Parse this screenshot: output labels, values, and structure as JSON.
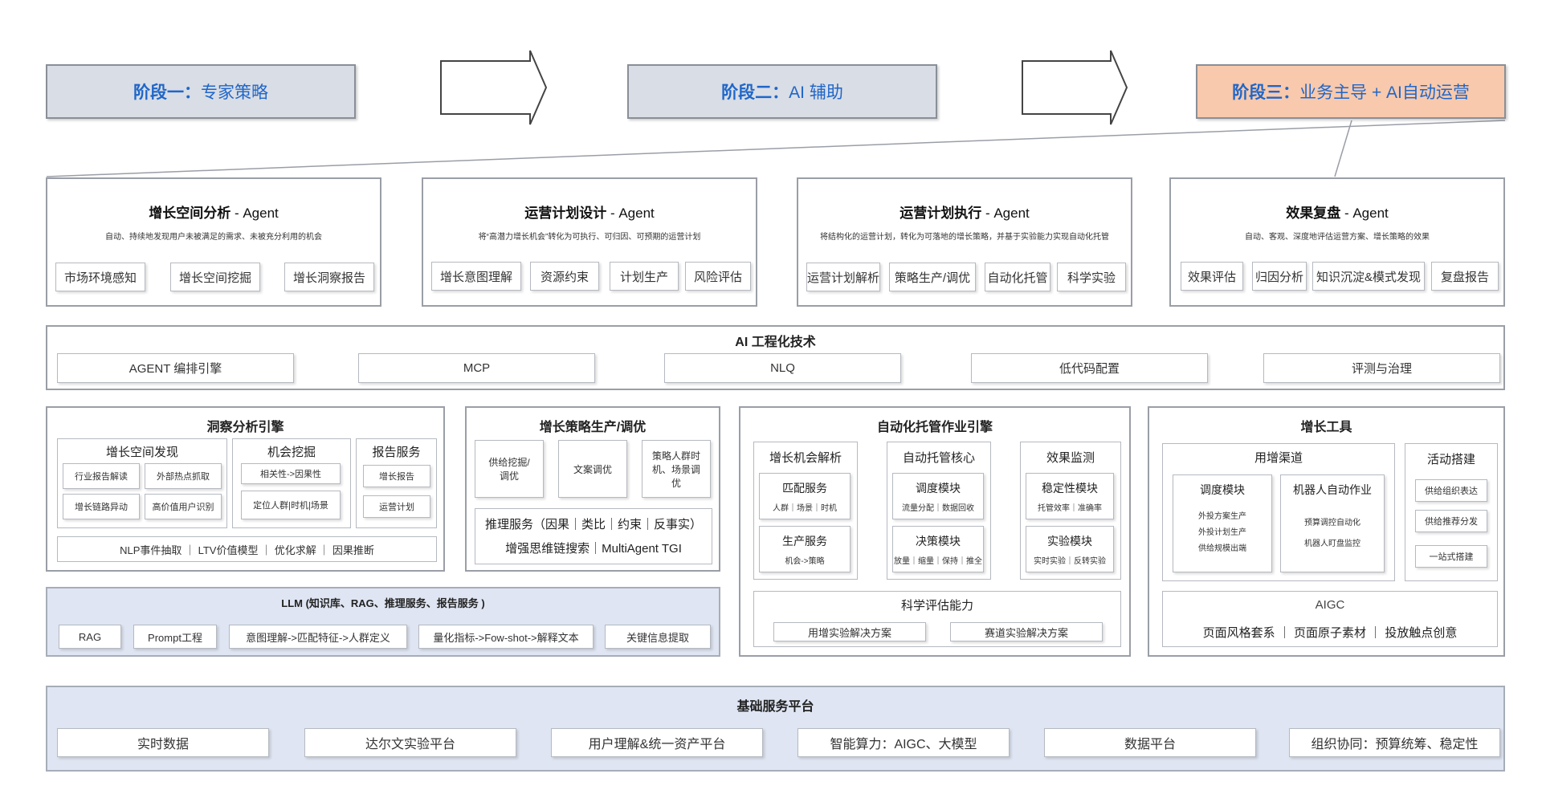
{
  "stages": [
    {
      "prefix": "阶段一：",
      "name": "专家策略"
    },
    {
      "prefix": "阶段二：",
      "name": "AI 辅助"
    },
    {
      "prefix": "阶段三：",
      "name": "业务主导 + AI自动运营"
    }
  ],
  "colors": {
    "stage_text": "#1f66c9",
    "stage_bg": "#d9dde5",
    "stage3_bg": "#f8c9ac",
    "platform_bg": "#dfe5f2",
    "border": "#9a9ea6"
  },
  "agents": [
    {
      "title": "增长空间分析",
      "suffix": " - Agent",
      "desc": "自动、持续地发现用户未被满足的需求、未被充分利用的机会",
      "items": [
        "市场环境感知",
        "增长空间挖掘",
        "增长洞察报告"
      ]
    },
    {
      "title": "运营计划设计",
      "suffix": " - Agent",
      "desc": "将“高潜力增长机会”转化为可执行、可归因、可预期的运营计划",
      "items": [
        "增长意图理解",
        "资源约束",
        "计划生产",
        "风险评估"
      ]
    },
    {
      "title": "运营计划执行",
      "suffix": " - Agent",
      "desc": "将结构化的运营计划，转化为可落地的增长策略，并基于实验能力实现自动化托管",
      "items": [
        "运营计划解析",
        "策略生产/调优",
        "自动化托管",
        "科学实验"
      ]
    },
    {
      "title": "效果复盘",
      "suffix": " - Agent",
      "desc": "自动、客观、深度地评估运营方案、增长策略的效果",
      "items": [
        "效果评估",
        "归因分析",
        "知识沉淀&模式发现",
        "复盘报告"
      ]
    }
  ],
  "ai_eng": {
    "title": "AI 工程化技术",
    "items": [
      "AGENT 编排引擎",
      "MCP",
      "NLQ",
      "低代码配置",
      "评测与治理"
    ]
  },
  "insight": {
    "title": "洞察分析引擎",
    "growth_discovery": {
      "title": "增长空间发现",
      "items": [
        "行业报告解读",
        "外部热点抓取",
        "增长链路异动",
        "高价值用户识别"
      ]
    },
    "opportunity": {
      "title": "机会挖掘",
      "items": [
        "相关性->因果性",
        "定位人群|时机|场景"
      ]
    },
    "report": {
      "title": "报告服务",
      "items": [
        "增长报告",
        "运营计划"
      ]
    },
    "footer": "NLP事件抽取  ｜  LTV价值模型  ｜  优化求解  ｜  因果推断"
  },
  "strategy": {
    "title": "增长策略生产/调优",
    "items": [
      "供给挖掘/调优",
      "文案调优",
      "策略人群时机、场景调优"
    ],
    "reason_line1": "推理服务（因果｜类比｜约束｜反事实）",
    "reason_line2": "增强思维链搜索｜MultiAgent TGI"
  },
  "auto": {
    "title": "自动化托管作业引擎",
    "col1": {
      "title": "增长机会解析",
      "items": [
        {
          "name": "匹配服务",
          "sub": "人群｜场景｜时机"
        },
        {
          "name": "生产服务",
          "sub": "机会->策略"
        }
      ]
    },
    "col2": {
      "title": "自动托管核心",
      "items": [
        {
          "name": "调度模块",
          "sub": "流量分配｜数据回收"
        },
        {
          "name": "决策模块",
          "sub": "放量｜缩量｜保持｜推全"
        }
      ]
    },
    "col3": {
      "title": "效果监测",
      "items": [
        {
          "name": "稳定性模块",
          "sub": "托管效率｜准确率"
        },
        {
          "name": "实验模块",
          "sub": "实时实验｜反转实验"
        }
      ]
    },
    "science": {
      "title": "科学评估能力",
      "items": [
        "用增实验解决方案",
        "赛道实验解决方案"
      ]
    }
  },
  "tools": {
    "title": "增长工具",
    "channel": {
      "title": "用增渠道",
      "dispatch": {
        "title": "调度模块",
        "items": [
          "外投方案生产",
          "外投计划生产",
          "供给规模出端"
        ]
      },
      "robot": {
        "title": "机器人自动作业",
        "items": [
          "预算调控自动化",
          "机器人盯盘监控"
        ]
      }
    },
    "activity": {
      "title": "活动搭建",
      "items": [
        "供给组织表达",
        "供给推荐分发",
        "一站式搭建"
      ]
    },
    "aigc": {
      "title": "AIGC",
      "line": "页面风格套系   ｜   页面原子素材   ｜   投放触点创意"
    }
  },
  "llm": {
    "title": "LLM (知识库、RAG、推理服务、报告服务 )",
    "items": [
      "RAG",
      "Prompt工程",
      "意图理解->匹配特征->人群定义",
      "量化指标->Fow-shot->解释文本",
      "关键信息提取"
    ]
  },
  "base": {
    "title": "基础服务平台",
    "items": [
      "实时数据",
      "达尔文实验平台",
      "用户理解&统一资产平台",
      "智能算力：AIGC、大模型",
      "数据平台",
      "组织协同：预算统筹、稳定性"
    ]
  }
}
